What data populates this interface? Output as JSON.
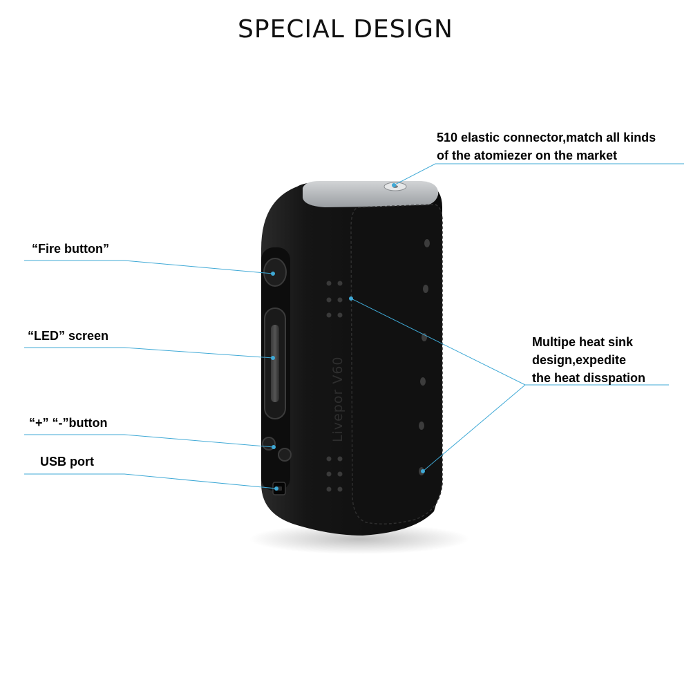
{
  "title": "SPECIAL  DESIGN",
  "product_engraving": "Livepor V60",
  "callouts": {
    "connector_line1": "510 elastic connector,match all kinds",
    "connector_line2": "of the atomiezer on the market",
    "fire": "“Fire button”",
    "led": "“LED” screen",
    "plus_minus": "“+” “-”button",
    "usb": "USB port",
    "heat_line1": "Multipe heat sink",
    "heat_line2": "design,expedite",
    "heat_line3": "the heat disspation"
  },
  "colors": {
    "leader_line": "#3fa9d6",
    "device_body": "#161616",
    "device_panel": "#0f0f0f",
    "top_plate": "#b9bcbf"
  }
}
